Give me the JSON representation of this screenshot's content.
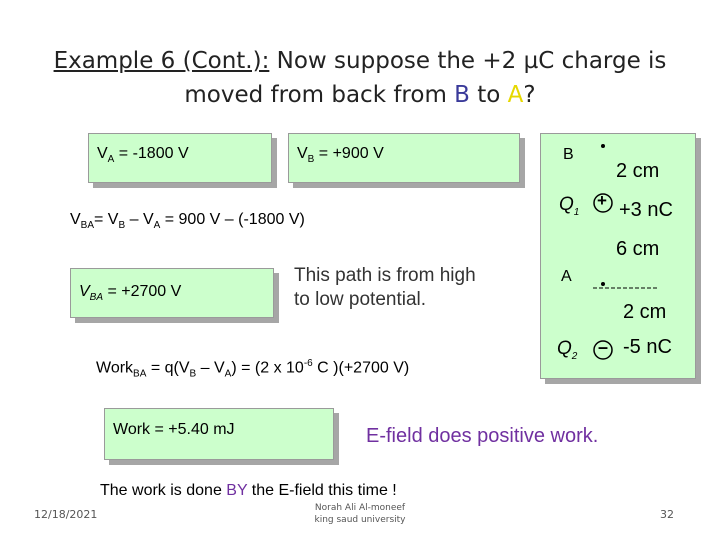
{
  "title": {
    "prefix": "Example 6 (Cont.):",
    "line1_rest": " Now suppose the +2 µC charge is",
    "line2_a": "moved from back from ",
    "point_b": "B",
    "line2_mid": " to ",
    "point_a": "A",
    "line2_end": "?"
  },
  "boxes": {
    "va": {
      "main": "V",
      "sub": "A",
      "rest": " = -1800 V"
    },
    "vb": {
      "main": "V",
      "sub": "B",
      "rest": " = +900 V"
    },
    "vba": {
      "main": "V",
      "sub": "BA",
      "rest": " = +2700 V"
    },
    "work": {
      "text": "Work = +5.40 mJ"
    },
    "diagram": {
      "label_b": "B",
      "dist_top": "2 cm",
      "q1": "Q",
      "q1_sub": "1",
      "q1_sign": "+",
      "q1_value": "+3 nC",
      "dist_mid": "6 cm",
      "label_a": "A",
      "dist_bottom": "2 cm",
      "q2": "Q",
      "q2_sub": "2",
      "q2_sign": "–",
      "q2_value": "-5 nC"
    }
  },
  "equation": {
    "p1": "V",
    "s1": "BA",
    "p2": "= V",
    "s2": "B",
    "p3": " – V",
    "s3": "A",
    "p4": " = 900 V – (-1800 V)"
  },
  "path_note": {
    "line1": "This path is from high",
    "line2": "to low potential."
  },
  "work_eq": {
    "p1": "Work",
    "s1": "BA",
    "p2": " = q(V",
    "s2": "B",
    "p3": " – V",
    "s3": "A",
    "p4": ") = (2 x 10",
    "sup": "-6",
    "p5": " C )(+2700 V)"
  },
  "efield_note": "E-field does positive work.",
  "by_note": {
    "a": "The work is done ",
    "b": "BY",
    "c": " the E-field this time !"
  },
  "footer": {
    "date": "12/18/2021",
    "author_line1": "Norah Ali Al-moneef",
    "author_line2": "king saud university",
    "page": "32"
  },
  "colors": {
    "box_fill": "#ccffcc",
    "accent_blue": "#3a3a9a",
    "accent_yellow": "#e6d800",
    "purple": "#7030a0"
  }
}
